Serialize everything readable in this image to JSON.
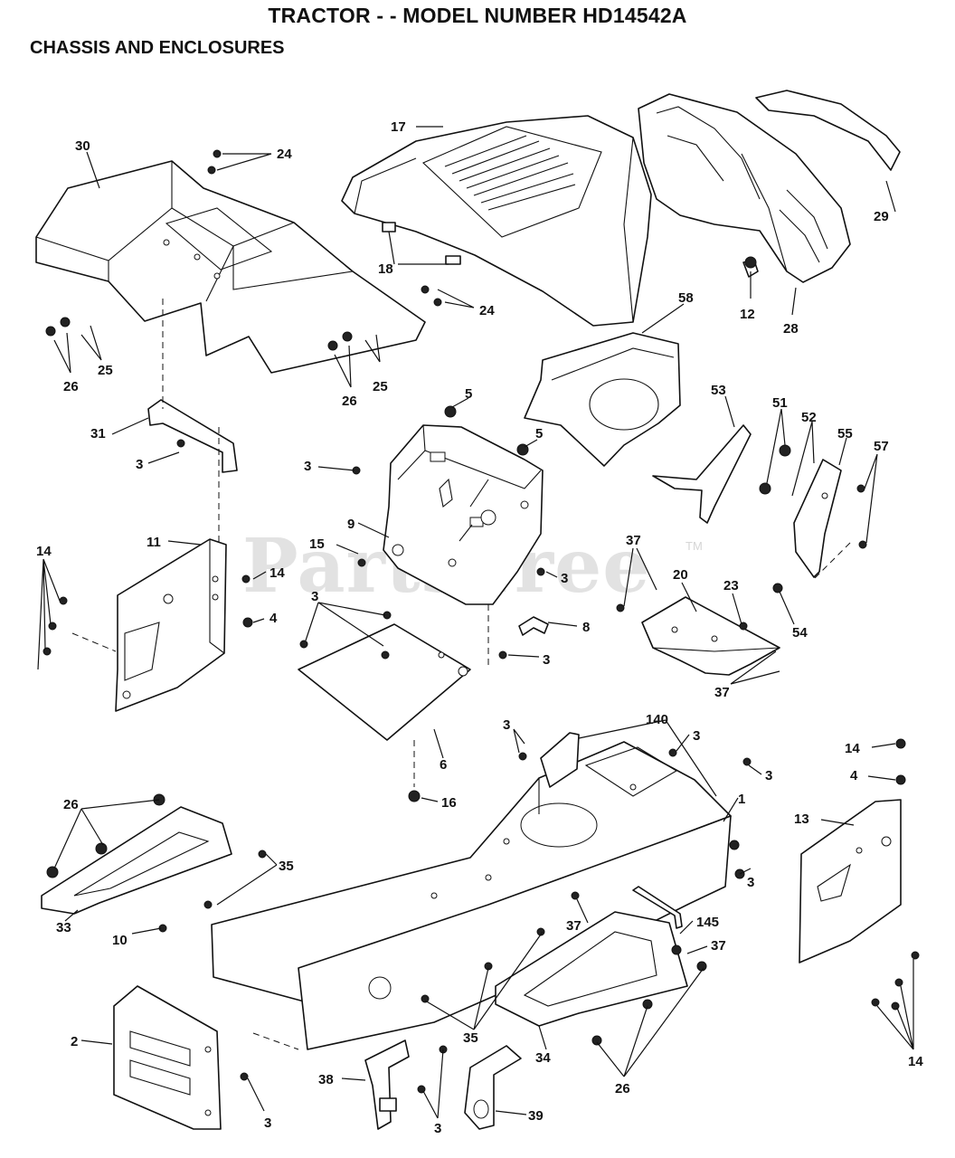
{
  "title": "TRACTOR - - MODEL NUMBER HD14542A",
  "subtitle": "CHASSIS AND ENCLOSURES",
  "watermark": "PartsTree",
  "trademark": "TM",
  "callouts": [
    {
      "id": "c30",
      "label": "30"
    },
    {
      "id": "c24a",
      "label": "24"
    },
    {
      "id": "c17",
      "label": "17"
    },
    {
      "id": "c29",
      "label": "29"
    },
    {
      "id": "c18",
      "label": "18"
    },
    {
      "id": "c24b",
      "label": "24"
    },
    {
      "id": "c12",
      "label": "12"
    },
    {
      "id": "c28",
      "label": "28"
    },
    {
      "id": "c58",
      "label": "58"
    },
    {
      "id": "c25a",
      "label": "25"
    },
    {
      "id": "c26a",
      "label": "26"
    },
    {
      "id": "c26b",
      "label": "26"
    },
    {
      "id": "c25b",
      "label": "25"
    },
    {
      "id": "c5a",
      "label": "5"
    },
    {
      "id": "c5b",
      "label": "5"
    },
    {
      "id": "c53",
      "label": "53"
    },
    {
      "id": "c51",
      "label": "51"
    },
    {
      "id": "c52",
      "label": "52"
    },
    {
      "id": "c55",
      "label": "55"
    },
    {
      "id": "c57",
      "label": "57"
    },
    {
      "id": "c31",
      "label": "31"
    },
    {
      "id": "c3a",
      "label": "3"
    },
    {
      "id": "c3b",
      "label": "3"
    },
    {
      "id": "c9",
      "label": "9"
    },
    {
      "id": "c11",
      "label": "11"
    },
    {
      "id": "c15",
      "label": "15"
    },
    {
      "id": "c14a",
      "label": "14"
    },
    {
      "id": "c14b",
      "label": "14"
    },
    {
      "id": "c4a",
      "label": "4"
    },
    {
      "id": "c3c",
      "label": "3"
    },
    {
      "id": "c37a",
      "label": "37"
    },
    {
      "id": "c20",
      "label": "20"
    },
    {
      "id": "c23",
      "label": "23"
    },
    {
      "id": "c54",
      "label": "54"
    },
    {
      "id": "c3d",
      "label": "3"
    },
    {
      "id": "c8",
      "label": "8"
    },
    {
      "id": "c3e",
      "label": "3"
    },
    {
      "id": "c37b",
      "label": "37"
    },
    {
      "id": "c6",
      "label": "6"
    },
    {
      "id": "c3f",
      "label": "3"
    },
    {
      "id": "c140",
      "label": "140"
    },
    {
      "id": "c3g",
      "label": "3"
    },
    {
      "id": "c14c",
      "label": "14"
    },
    {
      "id": "c4b",
      "label": "4"
    },
    {
      "id": "c3h",
      "label": "3"
    },
    {
      "id": "c16",
      "label": "16"
    },
    {
      "id": "c26c",
      "label": "26"
    },
    {
      "id": "c1",
      "label": "1"
    },
    {
      "id": "c13",
      "label": "13"
    },
    {
      "id": "c35a",
      "label": "35"
    },
    {
      "id": "c3i",
      "label": "3"
    },
    {
      "id": "c33",
      "label": "33"
    },
    {
      "id": "c10",
      "label": "10"
    },
    {
      "id": "c37c",
      "label": "37"
    },
    {
      "id": "c145",
      "label": "145"
    },
    {
      "id": "c37d",
      "label": "37"
    },
    {
      "id": "c2",
      "label": "2"
    },
    {
      "id": "c35b",
      "label": "35"
    },
    {
      "id": "c34",
      "label": "34"
    },
    {
      "id": "c14d",
      "label": "14"
    },
    {
      "id": "c38",
      "label": "38"
    },
    {
      "id": "c26d",
      "label": "26"
    },
    {
      "id": "c3j",
      "label": "3"
    },
    {
      "id": "c3k",
      "label": "3"
    },
    {
      "id": "c39",
      "label": "39"
    }
  ]
}
